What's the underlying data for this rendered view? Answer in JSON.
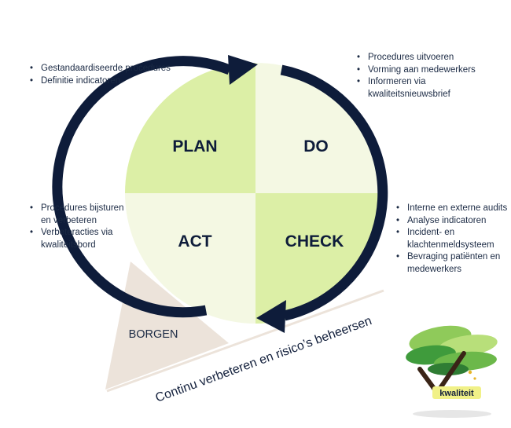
{
  "diagram": {
    "quadrants": {
      "plan": "PLAN",
      "do": "DO",
      "act": "ACT",
      "check": "CHECK"
    },
    "notes": {
      "plan": [
        "Gestandaardiseerde procedures",
        "Definitie indicatoren"
      ],
      "do": [
        "Procedures uitvoeren",
        "Vorming aan medewerkers",
        "Informeren via kwaliteitsnieuwsbrief"
      ],
      "act": [
        "Procedures bijsturen en verbeteren",
        "Verbeteracties via kwaliteitsbord"
      ],
      "check": [
        "Interne en externe audits",
        "Analyse indicatoren",
        "Incident- en klachtenmeldsysteem",
        "Bevraging patiënten en medewerkers"
      ]
    },
    "wedge_label": "BORGEN",
    "slogan": "Continu verbeteren en risico’s beheersen",
    "logo_text": "kwaliteit",
    "colors": {
      "navy": "#0e1c3a",
      "quadrant_dark": "#dcefa6",
      "quadrant_light": "#f4f8e3",
      "wedge": "#ece3da",
      "leaf_light": "#8fca5a",
      "leaf_dark": "#3f9b3c",
      "accent_yellow": "#f1f188"
    }
  }
}
